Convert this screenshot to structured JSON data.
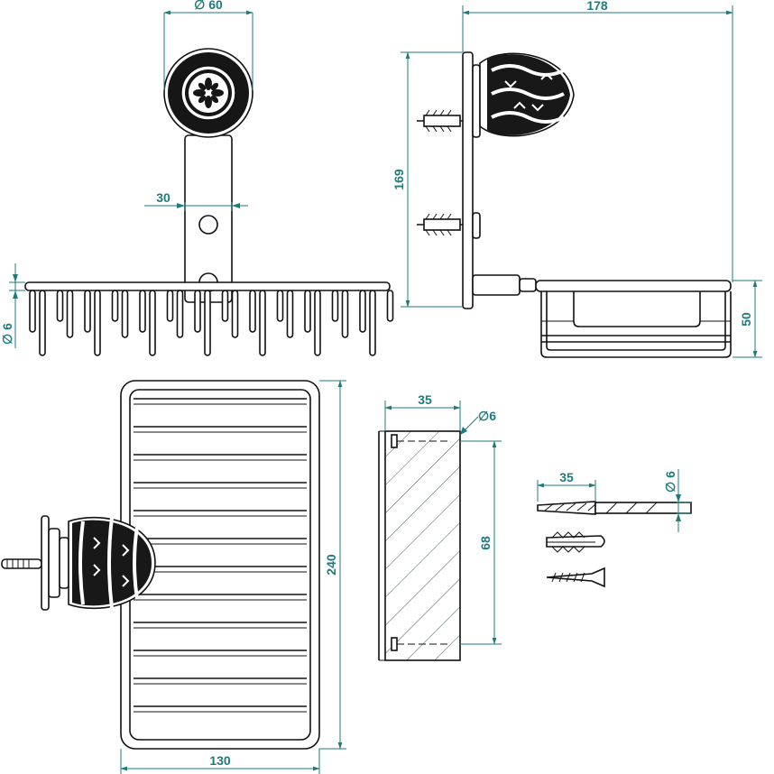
{
  "colors": {
    "dimension": "#1f7a7a",
    "outline": "#111111",
    "background": "#ffffff"
  },
  "dimensions": {
    "knob_diameter": "∅ 60",
    "bracket_width": "30",
    "wire_diameter": "∅ 6",
    "projection": "178",
    "fixing_height": "169",
    "basket_height": "50",
    "basket_length": "240",
    "basket_width": "130",
    "bracket_depth": "35",
    "bracket_hole": "∅6",
    "bracket_height": "68",
    "drill_depth": "35",
    "drill_diameter": "∅ 6"
  },
  "icons": {
    "knob_decoration": "floral-ornament-icon",
    "wall_plug": "wall-plug-icon",
    "screw": "screw-icon",
    "drill_bit": "drill-bit-icon"
  }
}
